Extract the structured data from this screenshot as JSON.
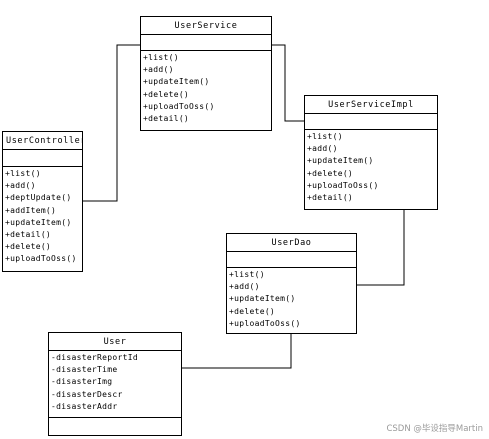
{
  "classes": {
    "user_service": {
      "name": "UserService",
      "attributes": [],
      "methods": [
        "+list()",
        "+add()",
        "+updateItem()",
        "+delete()",
        "+uploadToOss()",
        "+detail()"
      ]
    },
    "user_service_impl": {
      "name": "UserServiceImpl",
      "attributes": [],
      "methods": [
        "+list()",
        "+add()",
        "+updateItem()",
        "+delete()",
        "+uploadToOss()",
        "+detail()"
      ]
    },
    "user_controller": {
      "name": "UserController",
      "attributes": [],
      "methods": [
        "+list()",
        "+add()",
        "+deptUpdate()",
        "+addItem()",
        "+updateItem()",
        "+detail()",
        "+delete()",
        "+uploadToOss()"
      ]
    },
    "user_dao": {
      "name": "UserDao",
      "attributes": [],
      "methods": [
        "+list()",
        "+add()",
        "+updateItem()",
        "+delete()",
        "+uploadToOss()"
      ]
    },
    "user": {
      "name": "User",
      "attributes": [
        "-disasterReportId",
        "-disasterTime",
        "-disasterImg",
        "-disasterDescr",
        "-disasterAddr"
      ],
      "methods": []
    }
  },
  "connections": [
    {
      "from": "user_controller",
      "to": "user_service"
    },
    {
      "from": "user_service",
      "to": "user_service_impl"
    },
    {
      "from": "user_service_impl",
      "to": "user_dao"
    },
    {
      "from": "user_dao",
      "to": "user"
    }
  ],
  "watermark": "CSDN @毕设指导Martin"
}
